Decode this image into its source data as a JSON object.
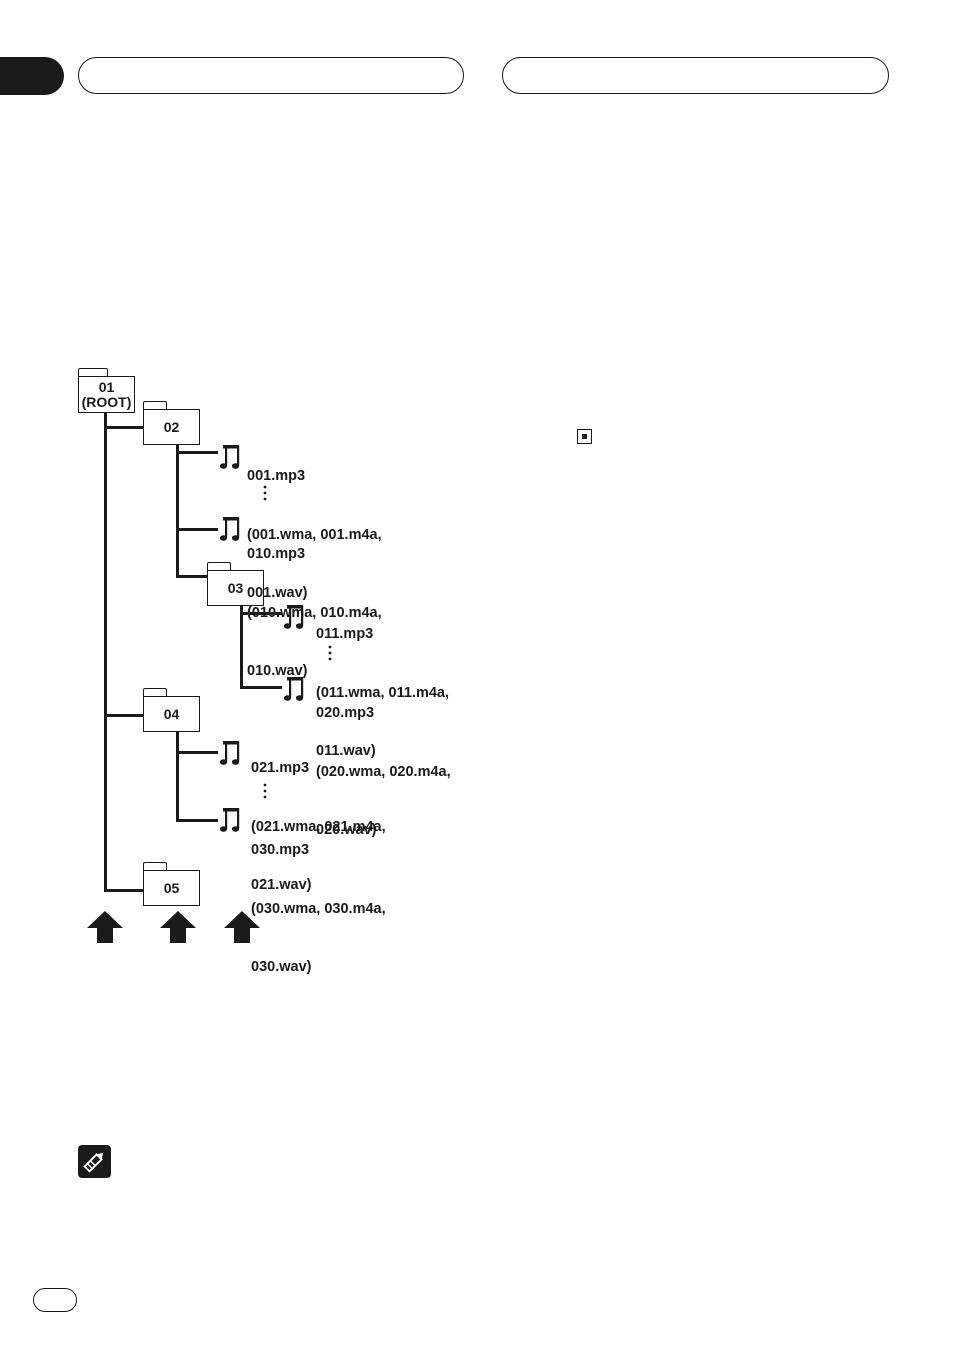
{
  "folders": {
    "f01": {
      "number": "01",
      "sub": "(ROOT)"
    },
    "f02": {
      "number": "02"
    },
    "f03": {
      "number": "03"
    },
    "f04": {
      "number": "04"
    },
    "f05": {
      "number": "05"
    }
  },
  "files": {
    "file001": {
      "name": "001.mp3",
      "alt1": "(001.wma, 001.m4a,",
      "alt2": "001.wav)"
    },
    "file010": {
      "name": "010.mp3",
      "alt1": "(010.wma, 010.m4a,",
      "alt2": "010.wav)"
    },
    "file011": {
      "name": "011.mp3",
      "alt1": "(011.wma, 011.m4a,",
      "alt2": "011.wav)"
    },
    "file020": {
      "name": "020.mp3",
      "alt1": "(020.wma, 020.m4a,",
      "alt2": "020.wav)"
    },
    "file021": {
      "name": "021.mp3",
      "alt1": "(021.wma, 021.m4a,",
      "alt2": "021.wav)"
    },
    "file030": {
      "name": "030.mp3",
      "alt1": "(030.wma, 030.m4a,",
      "alt2": "030.wav)"
    }
  },
  "icons": {
    "music_note": "music-note-icon",
    "ellipsis": "vertical-ellipsis-icon",
    "arrow": "up-arrow-icon",
    "end_mark": "end-of-section-icon",
    "notes": "pencil-note-icon"
  },
  "colors": {
    "ink": "#1a1a1a",
    "paper": "#ffffff"
  }
}
